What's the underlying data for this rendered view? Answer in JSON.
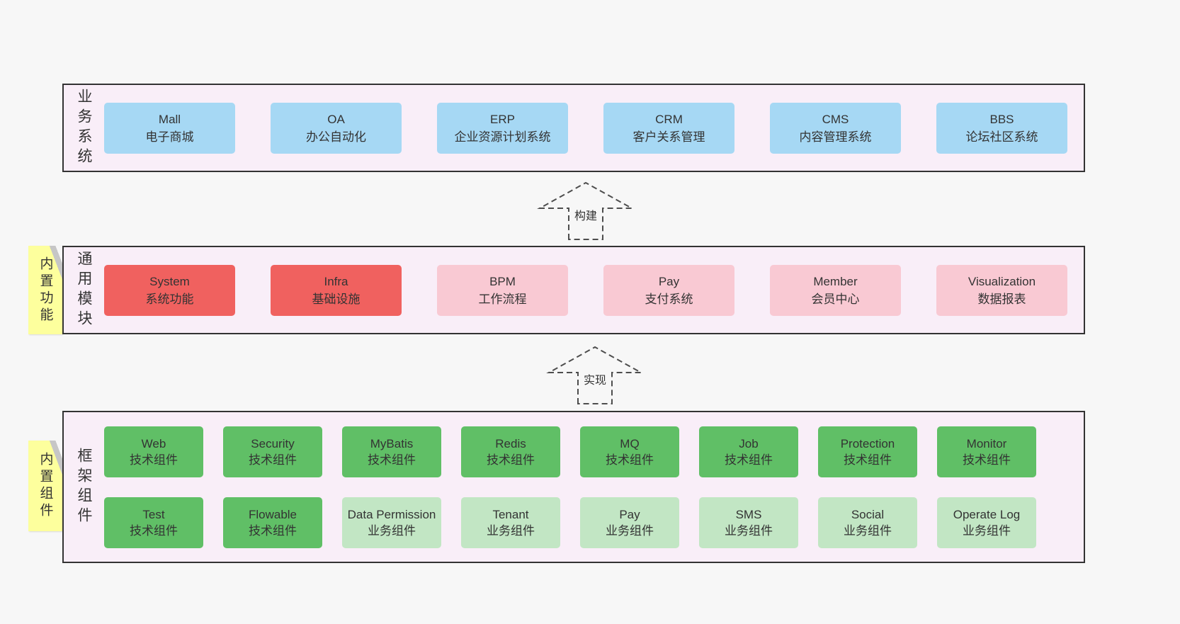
{
  "layers": {
    "business": {
      "label": "业务系统",
      "boxes": [
        {
          "title": "Mall",
          "subtitle": "电子商城"
        },
        {
          "title": "OA",
          "subtitle": "办公自动化"
        },
        {
          "title": "ERP",
          "subtitle": "企业资源计划系统"
        },
        {
          "title": "CRM",
          "subtitle": "客户关系管理"
        },
        {
          "title": "CMS",
          "subtitle": "内容管理系统"
        },
        {
          "title": "BBS",
          "subtitle": "论坛社区系统"
        }
      ]
    },
    "modules": {
      "label": "通用模块",
      "sticky": "内置功能",
      "boxes": [
        {
          "title": "System",
          "subtitle": "系统功能",
          "variant": "red"
        },
        {
          "title": "Infra",
          "subtitle": "基础设施",
          "variant": "red"
        },
        {
          "title": "BPM",
          "subtitle": "工作流程",
          "variant": "pink"
        },
        {
          "title": "Pay",
          "subtitle": "支付系统",
          "variant": "pink"
        },
        {
          "title": "Member",
          "subtitle": "会员中心",
          "variant": "pink"
        },
        {
          "title": "Visualization",
          "subtitle": "数据报表",
          "variant": "pink"
        }
      ]
    },
    "framework": {
      "label": "框架组件",
      "sticky": "内置组件",
      "row1": [
        {
          "title": "Web",
          "subtitle": "技术组件",
          "variant": "green"
        },
        {
          "title": "Security",
          "subtitle": "技术组件",
          "variant": "green"
        },
        {
          "title": "MyBatis",
          "subtitle": "技术组件",
          "variant": "green"
        },
        {
          "title": "Redis",
          "subtitle": "技术组件",
          "variant": "green"
        },
        {
          "title": "MQ",
          "subtitle": "技术组件",
          "variant": "green"
        },
        {
          "title": "Job",
          "subtitle": "技术组件",
          "variant": "green"
        },
        {
          "title": "Protection",
          "subtitle": "技术组件",
          "variant": "green"
        },
        {
          "title": "Monitor",
          "subtitle": "技术组件",
          "variant": "green"
        }
      ],
      "row2": [
        {
          "title": "Test",
          "subtitle": "技术组件",
          "variant": "green"
        },
        {
          "title": "Flowable",
          "subtitle": "技术组件",
          "variant": "green"
        },
        {
          "title": "Data Permission",
          "subtitle": "业务组件",
          "variant": "lightgreen"
        },
        {
          "title": "Tenant",
          "subtitle": "业务组件",
          "variant": "lightgreen"
        },
        {
          "title": "Pay",
          "subtitle": "业务组件",
          "variant": "lightgreen"
        },
        {
          "title": "SMS",
          "subtitle": "业务组件",
          "variant": "lightgreen"
        },
        {
          "title": "Social",
          "subtitle": "业务组件",
          "variant": "lightgreen"
        },
        {
          "title": "Operate Log",
          "subtitle": "业务组件",
          "variant": "lightgreen"
        }
      ]
    }
  },
  "arrows": {
    "build": "构建",
    "implement": "实现"
  },
  "colors": {
    "page_background": "#f7f7f7",
    "layer_background": "#f9eef8",
    "layer_border": "#333333",
    "blue": "#a6d8f4",
    "red": "#f0615f",
    "pink": "#f9c9d3",
    "green": "#60bf66",
    "light_green": "#c2e6c4",
    "sticky_yellow": "#fdff9d",
    "text": "#333333"
  }
}
